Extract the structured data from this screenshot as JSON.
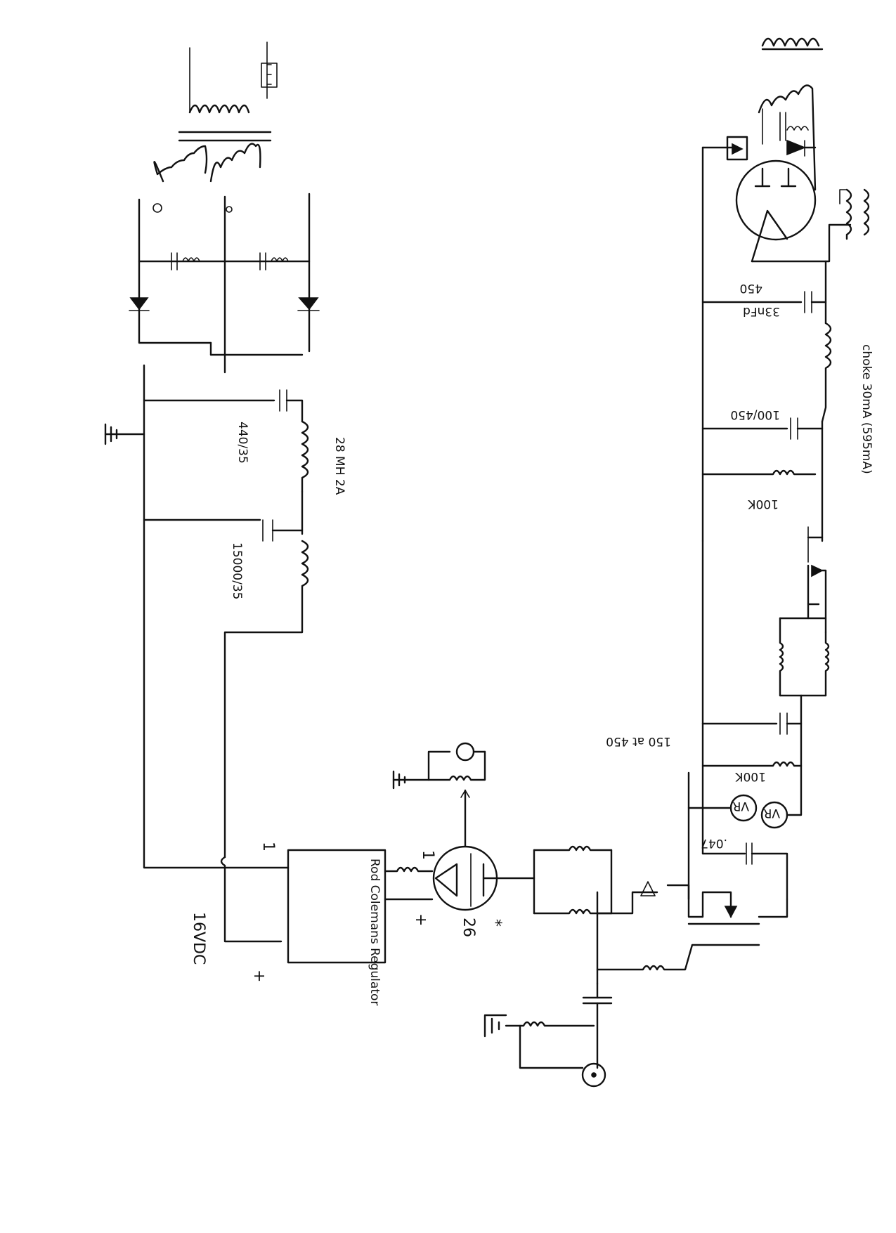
{
  "labels": {
    "cap_filter_1": "440/35",
    "cap_filter_2": "15000/35",
    "inductor": "28 MH 2A",
    "supply": "16VDC",
    "plus_left": "+",
    "plus_mid": "+",
    "pin_one_a": "1",
    "pin_one_b": "1",
    "regulator": "Rod Colemans Regulator",
    "tube": "26",
    "star": "*",
    "cap_33nf": "33nFd",
    "cap_33nf_v": "450",
    "choke": "choke 30mA (595mA)",
    "cap_100_450": "100/450",
    "res_100k_a": "100K",
    "cap_150_450": "150 at 450",
    "res_100k_b": "100K",
    "vr_a": "VR",
    "vr_b": "VR",
    "cap_047": ".047"
  }
}
